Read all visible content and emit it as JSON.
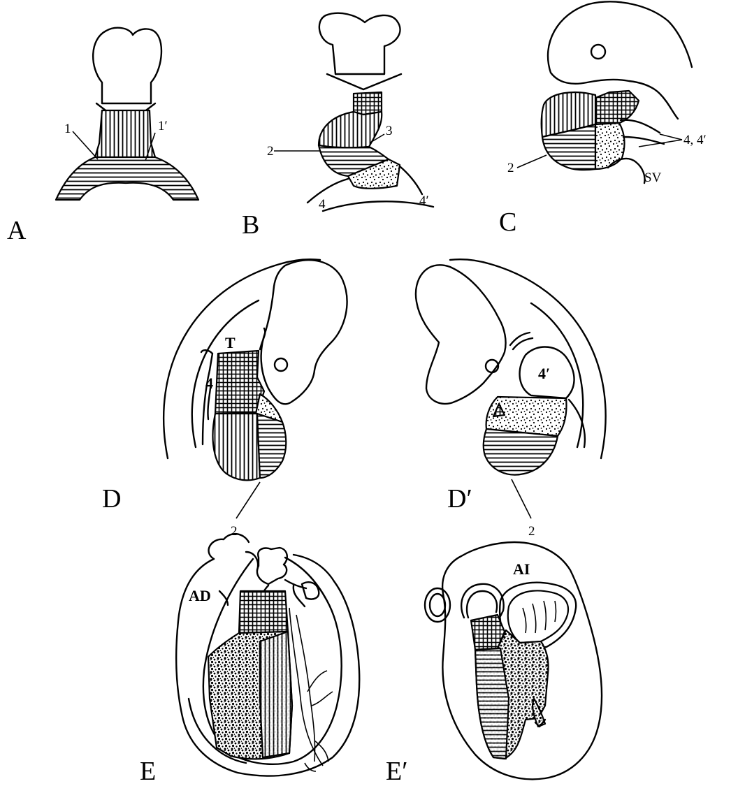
{
  "panels": {
    "A": {
      "label": "A",
      "lead_1": "1",
      "lead_1p": "1′"
    },
    "B": {
      "label": "B",
      "lead_2": "2",
      "lead_3": "3",
      "lead_4": "4",
      "lead_4p": "4′"
    },
    "C": {
      "label": "C",
      "lead_2": "2",
      "lead_44": "4, 4′",
      "sv": "SV"
    },
    "D": {
      "label": "D",
      "t": "T",
      "lead_4": "4",
      "lead_2": "2"
    },
    "Dp": {
      "label": "D′",
      "lead_4p": "4′",
      "lead_2": "2"
    },
    "E": {
      "label": "E",
      "ad": "AD"
    },
    "Ep": {
      "label": "E′",
      "ai": "AI"
    }
  },
  "colors": {
    "ink": "#000000",
    "paper": "#ffffff"
  }
}
